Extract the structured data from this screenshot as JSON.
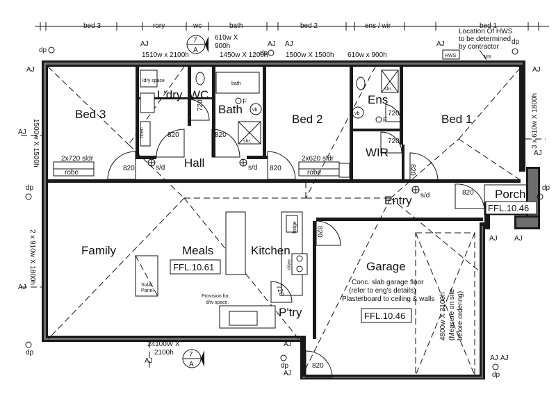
{
  "rooms": {
    "bed3": "Bed 3",
    "ldry": "L'dry",
    "wc": "WC",
    "bath": "Bath",
    "bed2": "Bed 2",
    "ens": "Ens",
    "bed1": "Bed 1",
    "wir": "WIR",
    "hall": "Hall",
    "entry": "Entry",
    "porch": "Porch",
    "family": "Family",
    "meals": "Meals",
    "kitchen": "Kitchen",
    "garage": "Garage",
    "pantry": "P'try"
  },
  "top_labels": [
    "bed 3",
    "rory",
    "wc",
    "bath",
    "bed 2",
    "ens / wir",
    "bed 1"
  ],
  "window_dims": {
    "w1": "1510w x 2100h",
    "w2": "1450w X 1200h",
    "w3": "1500w X 1500h",
    "w4": "610w x 900h",
    "w5_line1": "610w X",
    "w5_line2": "900h",
    "left1": "1500w X 1500h",
    "left2": "2 x 910w X 1800h",
    "right1": "3 x 610w X 1800h",
    "bottom_line1": "24100W X",
    "bottom_line2": "2100h",
    "garage_door_line1": "4800w X 2100h",
    "garage_door_line2": "(Measure on site",
    "garage_door_line3": "before ordering)"
  },
  "door_sizes": {
    "ldry": "820",
    "wc": "720",
    "hall_left": "820",
    "hall_right": "820",
    "bed3": "820",
    "bed2": "820",
    "ens": "720",
    "wir": "720",
    "entry": "820",
    "porch": "820",
    "kitchen": "820",
    "pantry": "720",
    "garage": "820"
  },
  "robes": {
    "left_sldr": "2x720 sldr",
    "left_label": "robe",
    "right_sldr": "2x620 sldr",
    "right_label": "robe"
  },
  "markers": {
    "aj": "AJ",
    "dp": "dp",
    "sd": "s/d",
    "f": "F",
    "hws": "HWS",
    "ms": "MS",
    "linen": "linen",
    "bath_fixture": "bath",
    "shr": "shr.",
    "vb": "vb",
    "ldry_space": "ldry space",
    "dwo": "d/wo",
    "fridge": "fridge"
  },
  "section_markers": {
    "top_number": "7",
    "top_letter": "A",
    "bottom_number": "7",
    "bottom_letter": "A"
  },
  "notes": {
    "hws_line1": "Location Of HWS",
    "hws_line2": "to be determined",
    "hws_line3": "by contractor",
    "garage_line1": "Conc. slab garage floor",
    "garage_line2": "(refer to eng's details)",
    "garage_line3": "Plasterboard to ceiling & walls",
    "dishwasher_line1": "Provision for",
    "dishwasher_line2": "d/w space.",
    "solar_line1": "Solar",
    "solar_line2": "Panel"
  },
  "ffl": {
    "meals": "FFL.10.61",
    "porch": "FFL.10.46",
    "garage": "FFL.10.46"
  }
}
